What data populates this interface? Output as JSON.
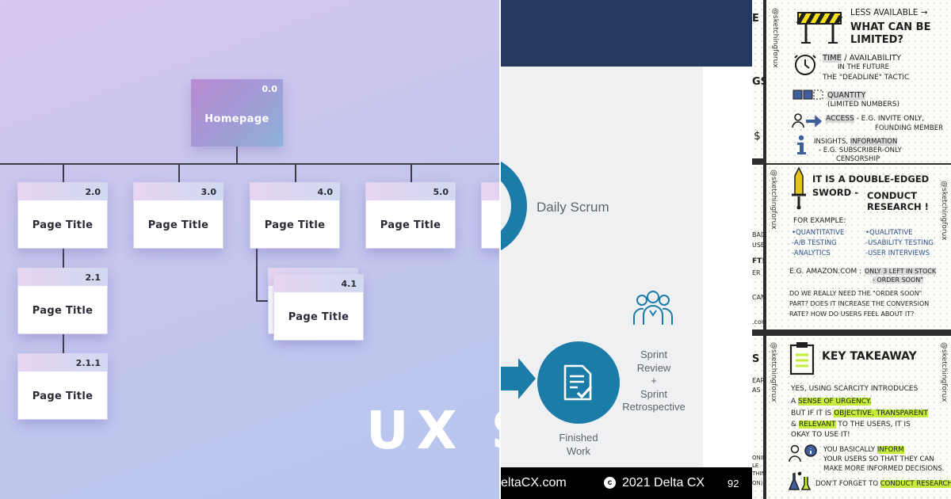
{
  "sitemap": {
    "home": {
      "num": "0.0",
      "label": "Homepage"
    },
    "cards": [
      {
        "num": "2.0",
        "label": "Page Title"
      },
      {
        "num": "3.0",
        "label": "Page Title"
      },
      {
        "num": "4.0",
        "label": "Page Title"
      },
      {
        "num": "5.0",
        "label": "Page Title"
      },
      {
        "num": "2.1",
        "label": "Page Title"
      },
      {
        "num": "2.1.1",
        "label": "Page Title"
      },
      {
        "num": "4.1",
        "label": "Page Title"
      }
    ],
    "big_title": "UX Si"
  },
  "slide": {
    "daily_scrum": "Daily Scrum",
    "review_lines": [
      "Sprint",
      "Review",
      "+",
      "Sprint",
      "Retrospective"
    ],
    "finished_lines": [
      "Finished",
      "Work"
    ],
    "footer_site": "eltaCX.com",
    "footer_copy_icon": "c",
    "footer_copy": "2021 Delta CX",
    "footer_page": "92",
    "colors": {
      "accent": "#1b7ca8",
      "topbar": "#23395d"
    }
  },
  "sketch": {
    "handle": "@sketchingforux",
    "edge_fragments": [
      "E",
      "GS",
      "$",
      "BAD",
      "USERS",
      "FT!",
      "ER",
      "CAN",
      ".com)",
      "S",
      "EAR",
      "AS",
      "ONINE",
      "LE",
      "THINK",
      "ON)"
    ],
    "card1": {
      "less_available": "LESS AVAILABLE →",
      "heading": [
        "WHAT CAN BE",
        "LIMITED?"
      ],
      "time": "TIME",
      "time_rest": "/ AVAILABILITY",
      "time_sub": "IN THE FUTURE",
      "deadline": "THE \"DEADLINE\" TACTIC",
      "quantity": "QUANTITY",
      "quantity_sub": "(LIMITED NUMBERS)",
      "access": "ACCESS",
      "access_rest": "- E.G. INVITE ONLY,",
      "access_sub": "FOUNDING MEMBER",
      "insights": "INSIGHTS,",
      "information": "INFORMATION",
      "insights_sub": "- E.G. SUBSCRIBER-ONLY",
      "censorship": "CENSORSHIP"
    },
    "card2": {
      "heading": [
        "IT IS A DOUBLE-EDGED",
        "SWORD -",
        "CONDUCT",
        "RESEARCH !"
      ],
      "for_example": "FOR EXAMPLE:",
      "left_list": [
        "•QUANTITATIVE",
        "-A/B TESTING",
        "-ANALYTICS"
      ],
      "right_list": [
        "•QUALITATIVE",
        "-USABILITY TESTING",
        "-USER INTERVIEWS"
      ],
      "amazon": "E.G. AMAZON.COM :",
      "stock": [
        "ONLY 3 LEFT IN STOCK",
        "- ORDER SOON\""
      ],
      "question": [
        "DO WE REALLY NEED THE \"ORDER SOON\"",
        "PART? DOES IT INCREASE THE CONVERSION",
        "RATE? HOW DO USERS FEEL ABOUT IT?"
      ]
    },
    "card3": {
      "heading": "KEY TAKEAWAY",
      "line1": "YES, USING SCARCITY INTRODUCES",
      "line2a": "A",
      "line2b": "SENSE OF URGENCY.",
      "line3a": "BUT IF IT IS",
      "line3b": "OBJECTIVE, TRANSPARENT",
      "line4a": "&",
      "line4b": "RELEVANT",
      "line4c": "TO THE USERS, IT IS",
      "line5": "OKAY TO USE IT!",
      "line6a": "YOU BASICALLY",
      "line6b": "INFORM",
      "line7": "YOUR USERS SO THAT THEY CAN",
      "line8": "MAKE MORE INFORMED DECISIONS.",
      "line9a": "DON'T FORGET TO",
      "line9b": "CONDUCT RESEARCH!"
    }
  }
}
